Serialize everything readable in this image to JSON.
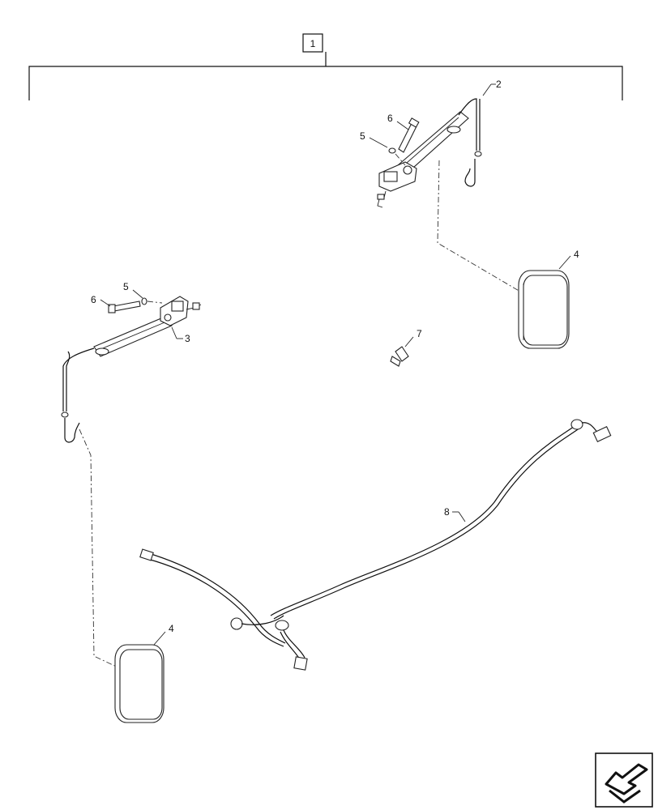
{
  "callouts": {
    "assembly": "1",
    "arm_right": "2",
    "arm_left": "3",
    "mirror_right": "4",
    "mirror_left": "4",
    "washer_right": "5",
    "washer_left": "5",
    "bolt_right": "6",
    "bolt_left": "6",
    "clip": "7",
    "harness": "8"
  },
  "icons": {
    "nav_arrow": "next-page-arrow-icon"
  }
}
